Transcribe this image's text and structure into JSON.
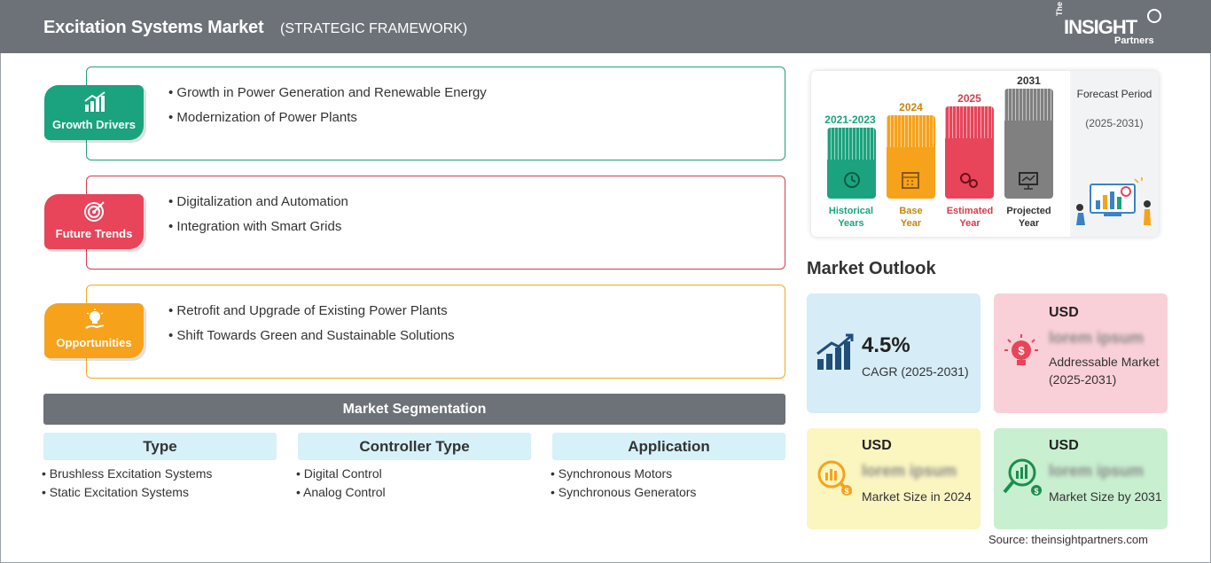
{
  "header": {
    "title": "Excitation Systems Market",
    "subtitle": "(STRATEGIC FRAMEWORK)",
    "logo": {
      "the": "The",
      "main": "INSIGHT",
      "partners": "Partners"
    }
  },
  "framework": {
    "growth": {
      "label": "Growth Drivers",
      "icon": "chart-up-icon",
      "color": "#1aa37e",
      "items": [
        "• Growth in Power Generation and Renewable Energy",
        "• Modernization of Power Plants"
      ]
    },
    "trends": {
      "label": "Future Trends",
      "icon": "target-icon",
      "color": "#e8445a",
      "items": [
        "• Digitalization and Automation",
        "• Integration with Smart Grids"
      ]
    },
    "opportunities": {
      "label": "Opportunities",
      "icon": "lightbulb-hand-icon",
      "color": "#f7a21b",
      "items": [
        "• Retrofit and Upgrade of Existing Power Plants",
        "• Shift Towards Green and Sustainable Solutions"
      ]
    }
  },
  "segmentation": {
    "title": "Market Segmentation",
    "columns": [
      {
        "heading": "Type",
        "items": [
          "• Brushless Excitation Systems",
          "• Static Excitation Systems"
        ]
      },
      {
        "heading": "Controller Type",
        "items": [
          "• Digital Control",
          "• Analog Control"
        ]
      },
      {
        "heading": "Application",
        "items": [
          "• Synchronous Motors",
          "• Synchronous Generators"
        ]
      }
    ]
  },
  "timeline": {
    "bars": [
      {
        "year": "2021-2023",
        "label": [
          "Historical",
          "Years"
        ],
        "color": "#1aa37e",
        "icon": "history-icon"
      },
      {
        "year": "2024",
        "label": [
          "Base",
          "Year"
        ],
        "color": "#f7a21b",
        "icon": "calendar-icon"
      },
      {
        "year": "2025",
        "label": [
          "Estimated",
          "Year"
        ],
        "color": "#e8445a",
        "icon": "gears-icon"
      },
      {
        "year": "2031",
        "label": [
          "Projected",
          "Year"
        ],
        "color": "#808080",
        "icon": "presentation-icon"
      }
    ],
    "forecast_title": "Forecast Period",
    "forecast_range": "(2025-2031)"
  },
  "outlook": {
    "title": "Market Outlook",
    "cagr": {
      "value": "4.5%",
      "label": "CAGR (2025-2031)"
    },
    "addressable": {
      "currency": "USD",
      "value": "lorem ipsum",
      "label": "Addressable Market (2025-2031)"
    },
    "size_2024": {
      "currency": "USD",
      "value": "lorem ipsum",
      "label": "Market Size in 2024"
    },
    "size_2031": {
      "currency": "USD",
      "value": "lorem ipsum",
      "label": "Market Size by 2031"
    }
  },
  "source": "Source: theinsightpartners.com"
}
